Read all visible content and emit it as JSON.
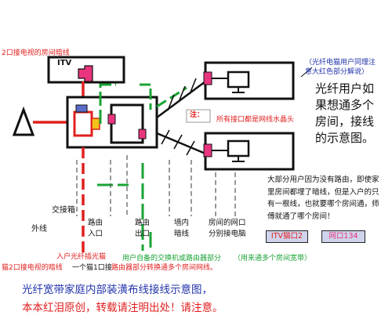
{
  "labels": {
    "top_left": "2口接电视的房间暗线",
    "itv_box": "ITV",
    "note_top_right_1": "（光纤电猫用户同理注",
    "note_top_right_2": "意大红色部分解说）",
    "note_tag": "注：",
    "note_jack": "所有接口都是网线水晶头",
    "col_outer": "外线",
    "col_box": "交接箱",
    "col_router_in": [
      "路由",
      "入口"
    ],
    "col_router_out": [
      "路由",
      "出口"
    ],
    "col_wall": [
      "墙内",
      "暗线"
    ],
    "col_room": [
      "房间的网口",
      "分别接电脑"
    ],
    "fiber_in": "入户光纤插光猫",
    "cat_port2": "猫2口接电视的暗线",
    "cat_port1": "一个猫1口接",
    "router_note": "路由器部分转换通多个房间网线。",
    "switch_note": "用户自备的交换机或路由器部分",
    "wide_note": "（用来通多个房间宽带）",
    "badge_itv": "ITV猫口2",
    "badge_port": "网口134"
  },
  "big_note": [
    "光纤用户如",
    "果想通多个",
    "房间，接线",
    "的示意图。"
  ],
  "side_note": [
    "大部分用户因为没有路由，即使家",
    "里房间都埋了暗线，但是入户的只",
    "有一根线，也就要哪个房间通，师",
    "傅就通了哪个房间！"
  ],
  "caption": {
    "line1": "光纤宽带家庭内部装潢布线接线示意图，",
    "line2": "本本红泪原创，转载请注明出处！请注意。"
  },
  "colors": {
    "red": "#e0201f",
    "pink": "#e8357d",
    "green": "#1aa334",
    "blue": "#2233aa",
    "badge_bg": "#cfd4ec",
    "yellow": "#f2c21a"
  }
}
